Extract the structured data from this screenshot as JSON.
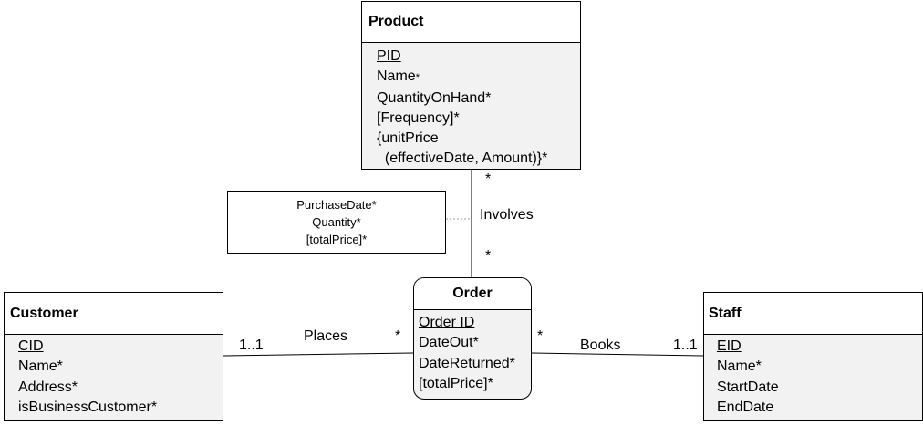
{
  "entities": {
    "product": {
      "name": "Product",
      "attributes": [
        {
          "text": "PID",
          "pk": true
        },
        {
          "text": "Name",
          "suffix_small": "*"
        },
        {
          "text": "QuantityOnHand*"
        },
        {
          "text": "[Frequency]*"
        },
        {
          "text": "{unitPrice"
        },
        {
          "text": "  (effectiveDate, Amount)}*"
        }
      ]
    },
    "order": {
      "name": "Order",
      "attributes": [
        {
          "text": "Order ID",
          "pk": true
        },
        {
          "text": "DateOut*"
        },
        {
          "text": "DateReturned*"
        },
        {
          "text": "[totalPrice]*"
        }
      ]
    },
    "customer": {
      "name": "Customer",
      "attributes": [
        {
          "text": "CID",
          "pk": true
        },
        {
          "text": "Name*"
        },
        {
          "text": "Address*"
        },
        {
          "text": "isBusinessCustomer*"
        }
      ]
    },
    "staff": {
      "name": "Staff",
      "attributes": [
        {
          "text": "EID",
          "pk": true
        },
        {
          "text": "Name*"
        },
        {
          "text": "StartDate"
        },
        {
          "text": "EndDate"
        }
      ]
    }
  },
  "relationships": {
    "involves": {
      "label": "Involves",
      "product_end": "*",
      "order_end": "*"
    },
    "places": {
      "label": "Places",
      "customer_end": "1..1",
      "order_end": "*"
    },
    "books": {
      "label": "Books",
      "order_end": "*",
      "staff_end": "1..1"
    }
  },
  "association_attributes": [
    "PurchaseDate*",
    "Quantity*",
    "[totalPrice]*"
  ]
}
